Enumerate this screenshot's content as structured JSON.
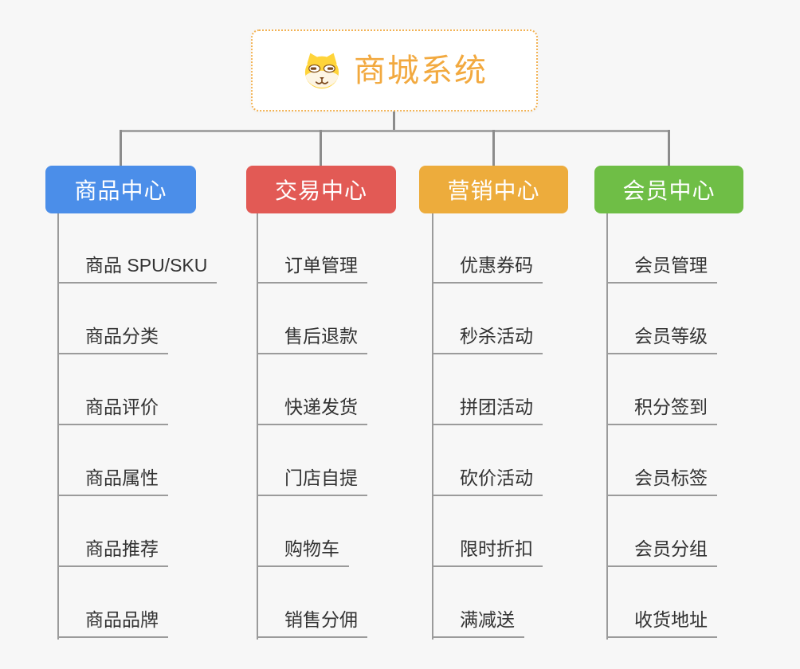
{
  "root": {
    "title": "商城系统",
    "icon": "dog-face-icon"
  },
  "branches": [
    {
      "label": "商品中心",
      "color": "#4b8ee9",
      "items": [
        "商品 SPU/SKU",
        "商品分类",
        "商品评价",
        "商品属性",
        "商品推荐",
        "商品品牌"
      ]
    },
    {
      "label": "交易中心",
      "color": "#e25a55",
      "items": [
        "订单管理",
        "售后退款",
        "快递发货",
        "门店自提",
        "购物车",
        "销售分佣"
      ]
    },
    {
      "label": "营销中心",
      "color": "#edac3c",
      "items": [
        "优惠券码",
        "秒杀活动",
        "拼团活动",
        "砍价活动",
        "限时折扣",
        "满减送"
      ]
    },
    {
      "label": "会员中心",
      "color": "#6fbe46",
      "items": [
        "会员管理",
        "会员等级",
        "积分签到",
        "会员标签",
        "会员分组",
        "收货地址"
      ]
    }
  ],
  "colors": {
    "canvas_bg": "#f7f7f7",
    "root_title": "#f2a93f",
    "root_border": "#f2b254",
    "connector": "#8c8c8c",
    "leaf_line": "#9b9b9b",
    "leaf_text": "#333333"
  }
}
